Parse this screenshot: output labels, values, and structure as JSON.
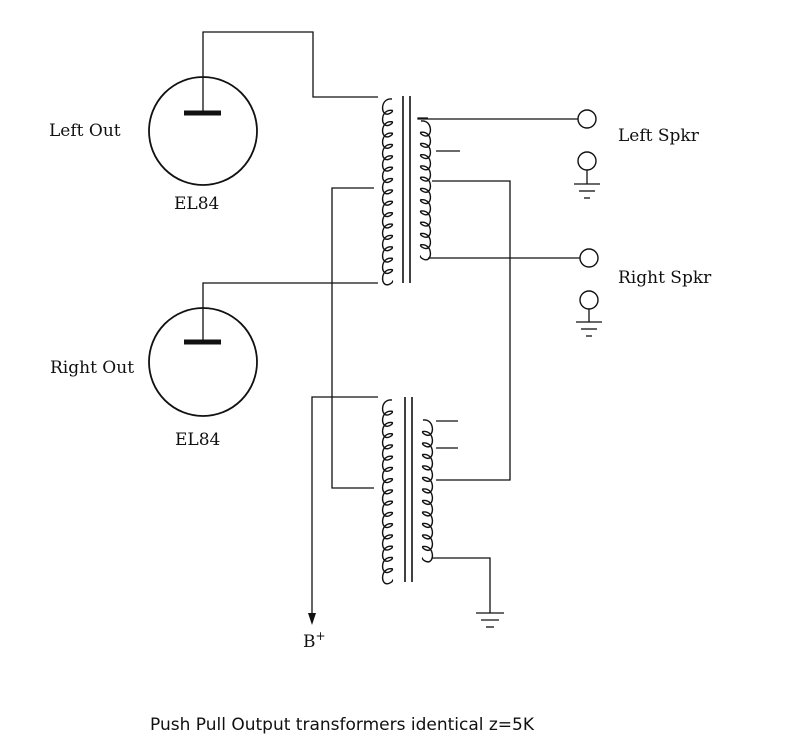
{
  "diagram": {
    "tubes": [
      {
        "label": "Left Out",
        "type": "EL84"
      },
      {
        "label": "Right Out",
        "type": "EL84"
      }
    ],
    "speakers": [
      {
        "label": "Left Spkr"
      },
      {
        "label": "Right Spkr"
      }
    ],
    "supply_label": "B+",
    "caption": "Push Pull Output transformers identical z=5K"
  }
}
